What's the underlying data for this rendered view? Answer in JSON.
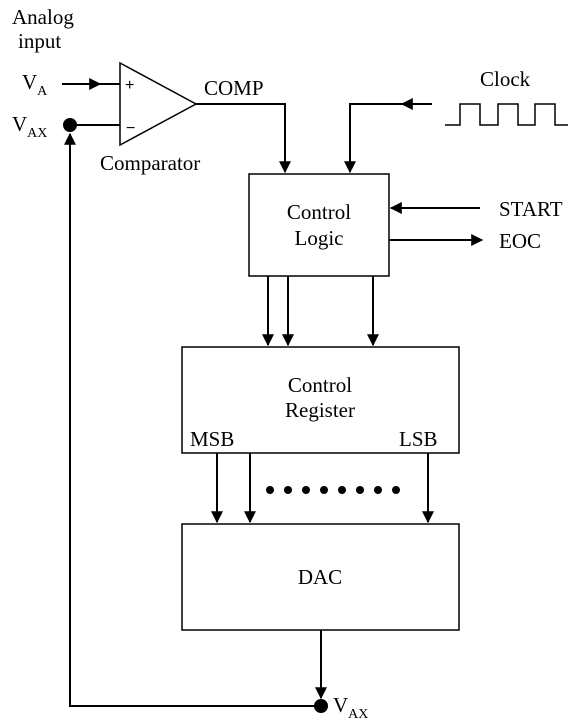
{
  "colors": {
    "ink": "#000000",
    "background": "#ffffff"
  },
  "input": {
    "line1": "Analog",
    "line2": "input"
  },
  "va": {
    "main": "V",
    "sub": "A"
  },
  "vax_left": {
    "main": "V",
    "sub": "AX"
  },
  "vax_bottom": {
    "main": "V",
    "sub": "AX"
  },
  "comparator": {
    "label": "Comparator",
    "plus": "+",
    "minus": "−"
  },
  "comp_signal": "COMP",
  "clock": "Clock",
  "control_logic": {
    "line1": "Control",
    "line2": "Logic"
  },
  "start": "START",
  "eoc": "EOC",
  "control_register": {
    "line1": "Control",
    "line2": "Register",
    "msb": "MSB",
    "lsb": "LSB"
  },
  "dac": "DAC"
}
